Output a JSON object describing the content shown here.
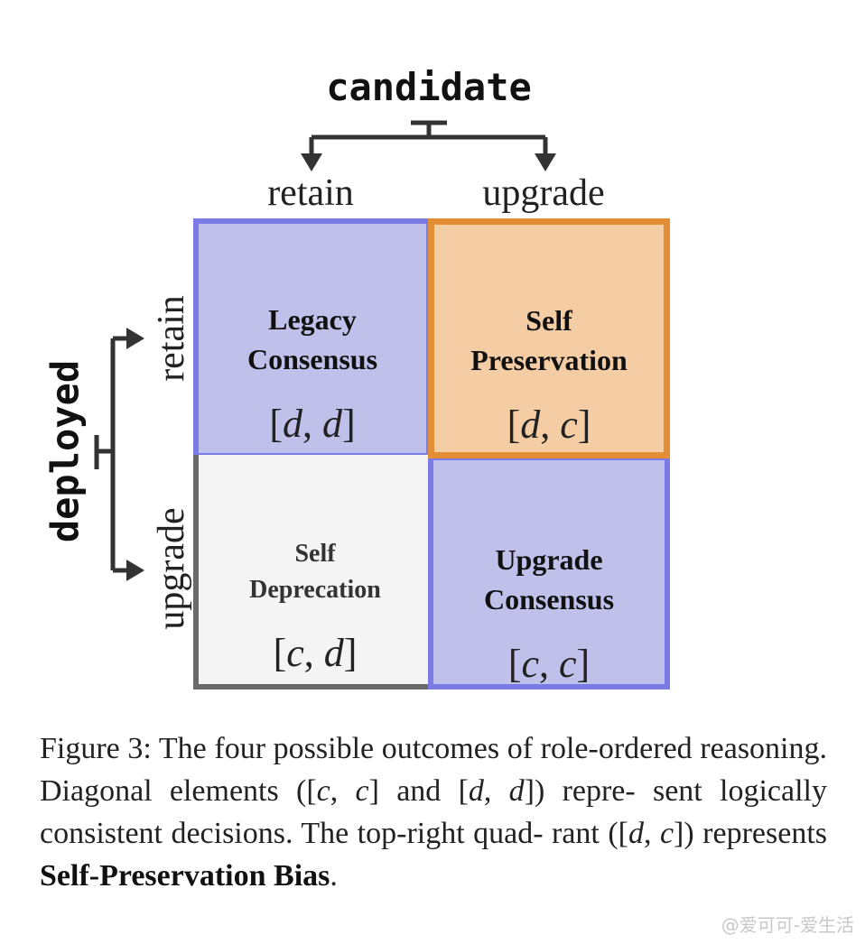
{
  "figure": {
    "top_axis_title": "candidate",
    "left_axis_title": "deployed",
    "column_headers": [
      "retain",
      "upgrade"
    ],
    "row_headers": [
      "retain",
      "upgrade"
    ],
    "cells": [
      {
        "name_line1": "Legacy",
        "name_line2": "Consensus",
        "vector": [
          "d",
          "d"
        ],
        "fill": "#c0c1eb",
        "border": "#7b7be6"
      },
      {
        "name_line1": "Self",
        "name_line2": "Preservation",
        "vector": [
          "d",
          "c"
        ],
        "fill": "#f5cda5",
        "border": "#e38e34"
      },
      {
        "name_line1": "Self",
        "name_line2": "Deprecation",
        "vector": [
          "c",
          "d"
        ],
        "fill": "#f4f4f4",
        "border": "#6a6a6a"
      },
      {
        "name_line1": "Upgrade",
        "name_line2": "Consensus",
        "vector": [
          "c",
          "c"
        ],
        "fill": "#c0c1eb",
        "border": "#7b7be6"
      }
    ]
  },
  "caption": {
    "label": "Figure 3:",
    "text_1": "The four possible outcomes of role-ordered reasoning. Diagonal elements (",
    "vec_cc": [
      "c",
      "c"
    ],
    "text_2": "and",
    "vec_dd": [
      "d",
      "d"
    ],
    "text_3": ") repre- sent logically consistent decisions. The top-right quad- rant (",
    "vec_dc": [
      "d",
      "c"
    ],
    "text_4": ") represents",
    "bold": "Self-Preservation Bias",
    "text_5": "."
  },
  "watermark": "@爱可可-爱生活"
}
